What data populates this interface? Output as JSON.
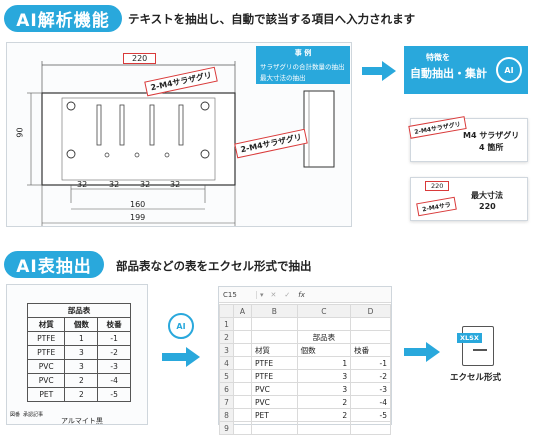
{
  "section1": {
    "title": "AI解析機能",
    "description": "テキストを抽出し、自動で該当する項目へ入力されます",
    "drawing": {
      "dim_220": "220",
      "dim_90": "90",
      "dim_32": [
        "32",
        "32",
        "32",
        "32"
      ],
      "dim_160": "160",
      "dim_199": "199",
      "label_top": "2-M4サラザグリ",
      "label_bottom": "2-M4サラザグリ"
    },
    "example_box": {
      "heading": "事 例",
      "line1": "サラザグリの合計数量の抽出",
      "line2": "最大寸法の抽出"
    },
    "result_box": {
      "line1": "特徴を",
      "line2": "自動抽出・集計",
      "ai_label": "AI"
    },
    "card1": {
      "tag": "2-M4サラザグリ",
      "text1": "M4 サラザグリ",
      "text2": "4 箇所"
    },
    "card2": {
      "tag": "220",
      "tag2": "2-M4サラ",
      "text1": "最大寸法",
      "text2": "220"
    }
  },
  "section2": {
    "title": "AI表抽出",
    "description": "部品表などの表をエクセル形式で抽出",
    "doc_table": {
      "title": "部品表",
      "headers": [
        "材質",
        "個数",
        "枝番"
      ],
      "rows": [
        [
          "PTFE",
          "1",
          "-1"
        ],
        [
          "PTFE",
          "3",
          "-2"
        ],
        [
          "PVC",
          "3",
          "-3"
        ],
        [
          "PVC",
          "2",
          "-4"
        ],
        [
          "PET",
          "2",
          "-5"
        ]
      ],
      "footer_left": "図番",
      "footer_right": "承認記事",
      "bottom_text": "アルマイト黒"
    },
    "ai_label": "AI",
    "excel": {
      "cell_ref": "C15",
      "fx": "fx",
      "columns": [
        "A",
        "B",
        "C",
        "D"
      ],
      "rows": [
        "1",
        "2",
        "3",
        "4",
        "5",
        "6",
        "7",
        "8",
        "9"
      ],
      "title": "部品表",
      "headers": [
        "材質",
        "個数",
        "枝番"
      ],
      "data": [
        [
          "PTFE",
          "1",
          "-1"
        ],
        [
          "PTFE",
          "3",
          "-2"
        ],
        [
          "PVC",
          "3",
          "-3"
        ],
        [
          "PVC",
          "2",
          "-4"
        ],
        [
          "PET",
          "2",
          "-5"
        ]
      ]
    },
    "xlsx_badge": "XLSX",
    "xlsx_label": "エクセル形式"
  }
}
